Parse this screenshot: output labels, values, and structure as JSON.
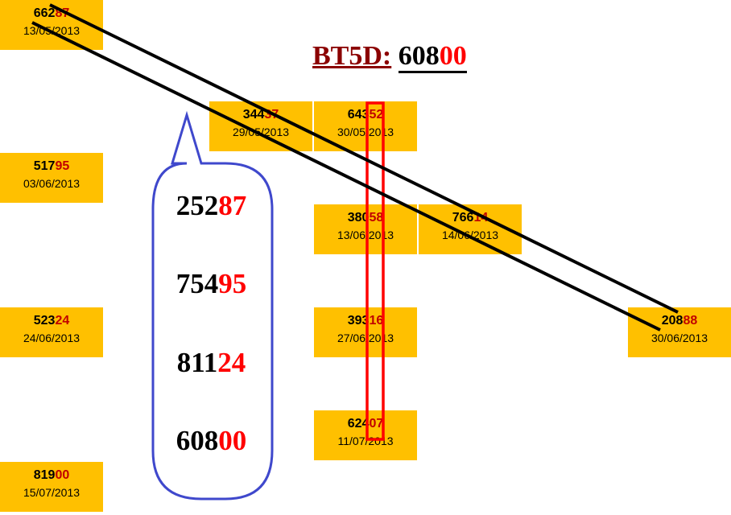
{
  "title": {
    "label": "BT5D:",
    "value_head": "608",
    "value_tail": "00"
  },
  "cells": [
    {
      "head": "662",
      "tail": "87",
      "date": "13/05/2013"
    },
    {
      "head": "344",
      "tail": "37",
      "date": "29/05/2013"
    },
    {
      "head": "643",
      "tail": "52",
      "date": "30/05/2013"
    },
    {
      "head": "517",
      "tail": "95",
      "date": "03/06/2013"
    },
    {
      "head": "380",
      "tail": "58",
      "date": "13/06/2013"
    },
    {
      "head": "766",
      "tail": "14",
      "date": "14/06/2013"
    },
    {
      "head": "523",
      "tail": "24",
      "date": "24/06/2013"
    },
    {
      "head": "393",
      "tail": "16",
      "date": "27/06/2013"
    },
    {
      "head": "208",
      "tail": "88",
      "date": "30/06/2013"
    },
    {
      "head": "624",
      "tail": "07",
      "date": "11/07/2013"
    },
    {
      "head": "819",
      "tail": "00",
      "date": "15/07/2013"
    }
  ],
  "bubble": [
    {
      "head": "252",
      "tail": "87"
    },
    {
      "head": "754",
      "tail": "95"
    },
    {
      "head": "811",
      "tail": "24"
    },
    {
      "head": "608",
      "tail": "00"
    }
  ],
  "colors": {
    "cell_bg": "#ffc000",
    "tail_red": "#c00000",
    "bright_red": "#ff0000",
    "bubble_stroke": "#3f48cc",
    "title_label": "#8b0000"
  }
}
